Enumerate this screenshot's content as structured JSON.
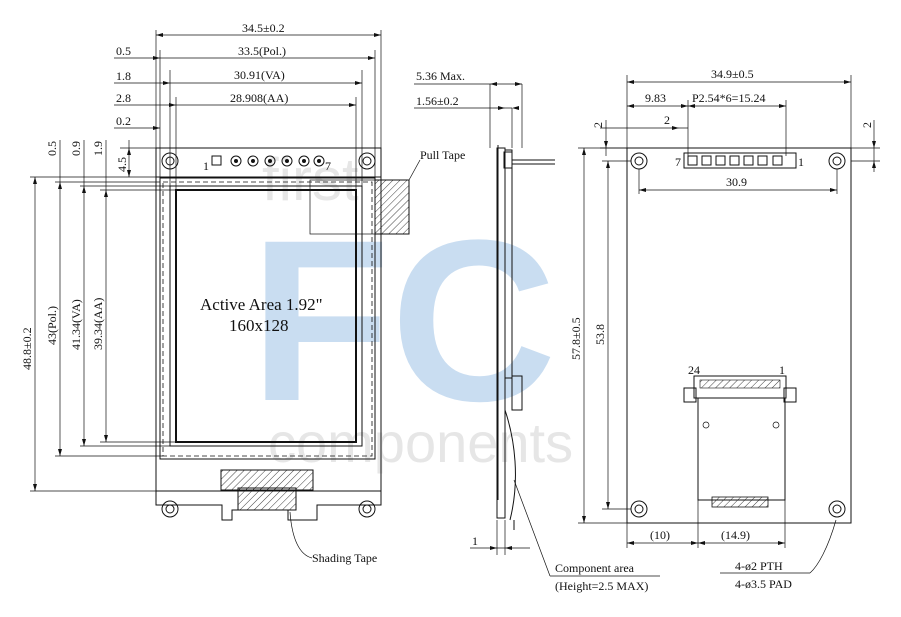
{
  "watermark": {
    "top_word": "first",
    "big_letters": "FC",
    "bottom_word": "components"
  },
  "front_view": {
    "top_dims": {
      "overall_width": "34.5±0.2",
      "polarizer_width": "33.5(Pol.)",
      "va_width": "30.91(VA)",
      "aa_width": "28.908(AA)",
      "offset_pol": "0.5",
      "offset_va": "1.8",
      "offset_aa": "2.8",
      "offset_edge": "0.2"
    },
    "left_dims": {
      "overall_height": "48.8±0.2",
      "pol_height": "43(Pol.)",
      "va_height": "41.34(VA)",
      "aa_height": "39.34(AA)",
      "v_offset_pol": "0.5",
      "v_offset_va": "0.9",
      "v_offset_aa": "1.9",
      "pin_row_offset": "4.5"
    },
    "active_area_title": "Active Area 1.92\"",
    "active_area_resolution": "160x128",
    "pin_first": "1",
    "pin_last": "7",
    "pull_tape_label": "Pull Tape",
    "shading_tape_label": "Shading Tape"
  },
  "side_view": {
    "max_thickness": "5.36 Max.",
    "panel_thickness": "1.56±0.2",
    "board_thickness": "1",
    "component_area_label": "Component area",
    "component_area_note": "(Height=2.5 MAX)"
  },
  "back_view": {
    "overall_width": "34.9±0.5",
    "pin_offset": "9.83",
    "pin_pitch": "P2.54*6=15.24",
    "hole_offset_top_left": "2",
    "hole_offset_top_inner": "2",
    "hole_offset_right": "2",
    "hole_spacing": "30.9",
    "overall_height": "57.8±0.5",
    "hole_v_spacing": "53.8",
    "pin_first": "7",
    "pin_last": "1",
    "fpc_pin_first": "24",
    "fpc_pin_last": "1",
    "connector_offset": "(10)",
    "connector_width": "(14.9)",
    "pth_label": "4-ø2 PTH",
    "pad_label": "4-ø3.5 PAD"
  }
}
